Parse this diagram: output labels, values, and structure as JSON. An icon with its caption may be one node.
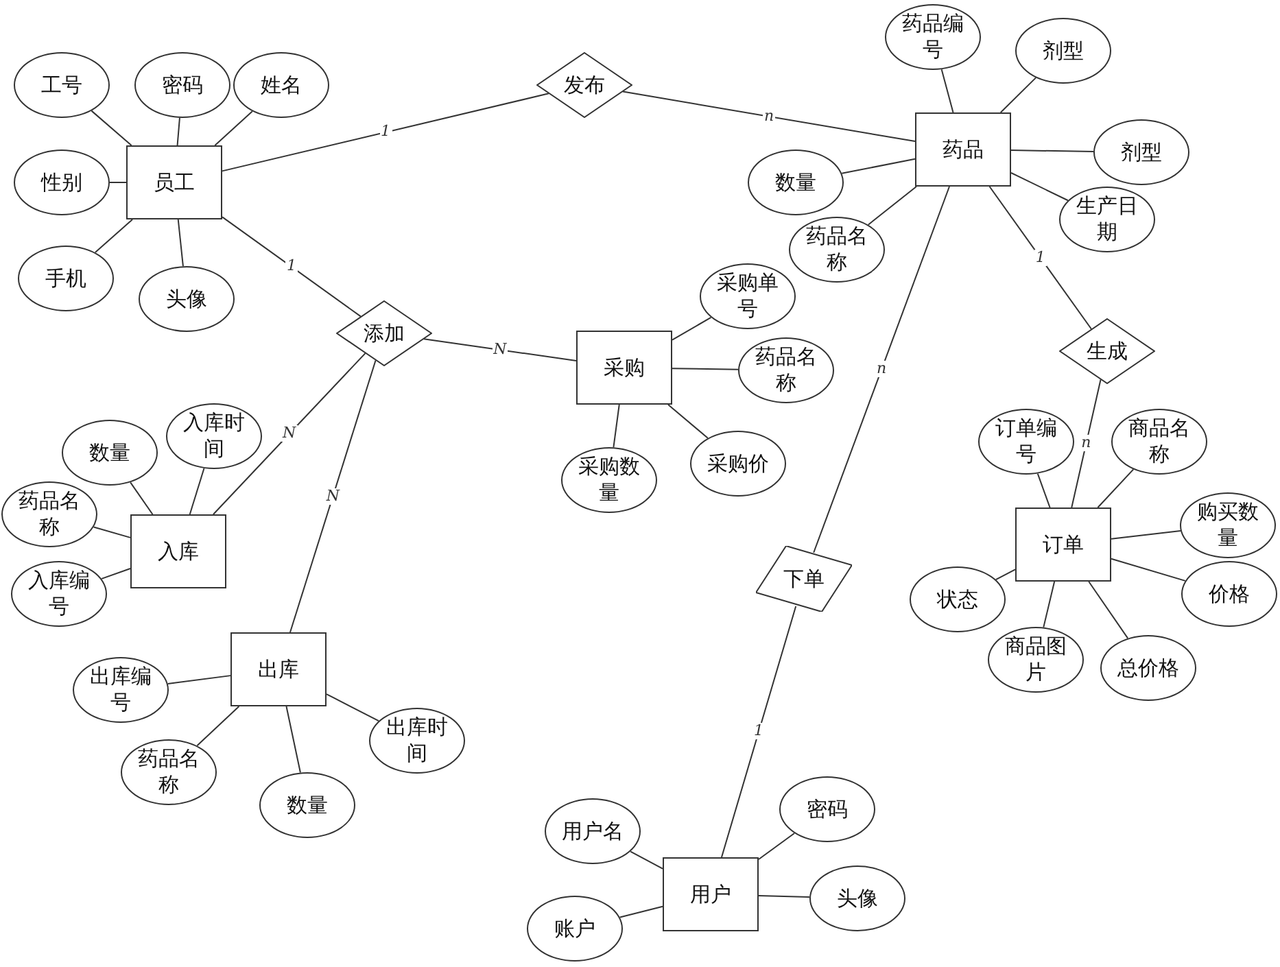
{
  "diagram": {
    "nodes": [
      {
        "text": [
          "工号"
        ]
      },
      {
        "text": [
          "密码"
        ]
      },
      {
        "text": [
          "姓名"
        ]
      },
      {
        "text": [
          "性别"
        ]
      },
      {
        "text": [
          "员工"
        ]
      },
      {
        "text": [
          "手机"
        ]
      },
      {
        "text": [
          "头像"
        ]
      },
      {
        "text": [
          "发布"
        ]
      },
      {
        "text": [
          "药品编号"
        ]
      },
      {
        "text": [
          "剂型"
        ]
      },
      {
        "text": [
          "药品"
        ]
      },
      {
        "text": [
          "数量"
        ]
      },
      {
        "text": [
          "剂型"
        ]
      },
      {
        "text": [
          "药品名称"
        ]
      },
      {
        "text": [
          "生产日期"
        ]
      },
      {
        "text": [
          "添加"
        ]
      },
      {
        "text": [
          "采购"
        ]
      },
      {
        "text": [
          "采购单号"
        ]
      },
      {
        "text": [
          "药品名称"
        ]
      },
      {
        "text": [
          "生成"
        ]
      },
      {
        "text": [
          "数量"
        ]
      },
      {
        "text": [
          "入库时间"
        ]
      },
      {
        "text": [
          "采购数量"
        ]
      },
      {
        "text": [
          "采购价"
        ]
      },
      {
        "text": [
          "订单编号"
        ]
      },
      {
        "text": [
          "商品名称"
        ]
      },
      {
        "text": [
          "药品名称"
        ]
      },
      {
        "text": [
          "入库"
        ]
      },
      {
        "text": [
          "购买数量"
        ]
      },
      {
        "text": [
          "订单"
        ]
      },
      {
        "text": [
          "下单"
        ]
      },
      {
        "text": [
          "入库编号"
        ]
      },
      {
        "text": [
          "状态"
        ]
      },
      {
        "text": [
          "价格"
        ]
      },
      {
        "text": [
          "出库"
        ]
      },
      {
        "text": [
          "商品图片"
        ]
      },
      {
        "text": [
          "总价格"
        ]
      },
      {
        "text": [
          "出库编号"
        ]
      },
      {
        "text": [
          "出库时间"
        ]
      },
      {
        "text": [
          "药品名称"
        ]
      },
      {
        "text": [
          "数量"
        ]
      },
      {
        "text": [
          "用户名"
        ]
      },
      {
        "text": [
          "密码"
        ]
      },
      {
        "text": [
          "用户"
        ]
      },
      {
        "text": [
          "头像"
        ]
      },
      {
        "text": [
          "账户"
        ]
      }
    ],
    "edges": [
      {
        "from": 0,
        "to": 4,
        "arrow": "none"
      },
      {
        "from": 1,
        "to": 4,
        "arrow": "none"
      },
      {
        "from": 2,
        "to": 4,
        "arrow": "none"
      },
      {
        "from": 3,
        "to": 4,
        "arrow": "none"
      },
      {
        "from": 5,
        "to": 4,
        "arrow": "none"
      },
      {
        "from": 6,
        "to": 4,
        "arrow": "none"
      },
      {
        "from": 4,
        "to": 7,
        "arrow": "none",
        "label": "1"
      },
      {
        "from": 7,
        "to": 10,
        "arrow": "none",
        "label": "n"
      },
      {
        "from": 8,
        "to": 10,
        "arrow": "none"
      },
      {
        "from": 9,
        "to": 10,
        "arrow": "none"
      },
      {
        "from": 11,
        "to": 10,
        "arrow": "none"
      },
      {
        "from": 12,
        "to": 10,
        "arrow": "none"
      },
      {
        "from": 13,
        "to": 10,
        "arrow": "none"
      },
      {
        "from": 14,
        "to": 10,
        "arrow": "none"
      },
      {
        "from": 4,
        "to": 15,
        "arrow": "none",
        "label": "1"
      },
      {
        "from": 15,
        "to": 16,
        "arrow": "none",
        "label": "N"
      },
      {
        "from": 15,
        "to": 27,
        "arrow": "none",
        "label": "N"
      },
      {
        "from": 15,
        "to": 34,
        "arrow": "none",
        "label": "N"
      },
      {
        "from": 17,
        "to": 16,
        "arrow": "none"
      },
      {
        "from": 18,
        "to": 16,
        "arrow": "none"
      },
      {
        "from": 22,
        "to": 16,
        "arrow": "none"
      },
      {
        "from": 23,
        "to": 16,
        "arrow": "none"
      },
      {
        "from": 10,
        "to": 19,
        "arrow": "none",
        "label": "1"
      },
      {
        "from": 19,
        "to": 29,
        "arrow": "none",
        "label": "n"
      },
      {
        "from": 10,
        "to": 30,
        "arrow": "none",
        "label": "n"
      },
      {
        "from": 30,
        "to": 43,
        "arrow": "none",
        "label": "1"
      },
      {
        "from": 20,
        "to": 27,
        "arrow": "none"
      },
      {
        "from": 21,
        "to": 27,
        "arrow": "none"
      },
      {
        "from": 26,
        "to": 27,
        "arrow": "none"
      },
      {
        "from": 31,
        "to": 27,
        "arrow": "none"
      },
      {
        "from": 24,
        "to": 29,
        "arrow": "none"
      },
      {
        "from": 25,
        "to": 29,
        "arrow": "none"
      },
      {
        "from": 28,
        "to": 29,
        "arrow": "none"
      },
      {
        "from": 32,
        "to": 29,
        "arrow": "none"
      },
      {
        "from": 33,
        "to": 29,
        "arrow": "none"
      },
      {
        "from": 35,
        "to": 29,
        "arrow": "none"
      },
      {
        "from": 36,
        "to": 29,
        "arrow": "none"
      },
      {
        "from": 37,
        "to": 34,
        "arrow": "none"
      },
      {
        "from": 38,
        "to": 34,
        "arrow": "none"
      },
      {
        "from": 39,
        "to": 34,
        "arrow": "none"
      },
      {
        "from": 40,
        "to": 34,
        "arrow": "none"
      },
      {
        "from": 41,
        "to": 43,
        "arrow": "none"
      },
      {
        "from": 42,
        "to": 43,
        "arrow": "none"
      },
      {
        "from": 44,
        "to": 43,
        "arrow": "none"
      },
      {
        "from": 45,
        "to": 43,
        "arrow": "none"
      }
    ]
  }
}
